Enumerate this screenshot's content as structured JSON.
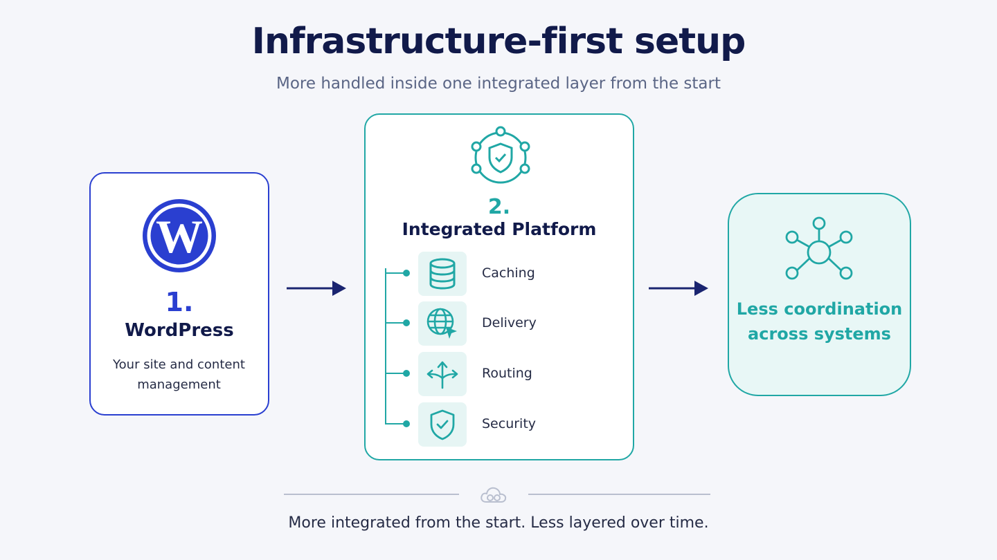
{
  "header": {
    "title": "Infrastructure-first setup",
    "subtitle": "More handled inside one integrated layer from the start"
  },
  "colors": {
    "primary_blue": "#2a3fd0",
    "teal": "#20a7a5",
    "navy": "#111a4a",
    "background": "#f5f6fa"
  },
  "step1": {
    "number": "1.",
    "title": "WordPress",
    "description": "Your site and content management",
    "icon": "wordpress-logo"
  },
  "step2": {
    "number": "2.",
    "title": "Integrated Platform",
    "icon": "shield-network-icon",
    "features": [
      {
        "label": "Caching",
        "icon": "database-icon"
      },
      {
        "label": "Delivery",
        "icon": "globe-cursor-icon"
      },
      {
        "label": "Routing",
        "icon": "routing-arrows-icon"
      },
      {
        "label": "Security",
        "icon": "shield-check-icon"
      }
    ]
  },
  "result": {
    "text": "Less coordination across systems",
    "icon": "network-hub-icon"
  },
  "footer": {
    "text": "More integrated from the start. Less layered over time.",
    "icon": "cloud-icon"
  }
}
